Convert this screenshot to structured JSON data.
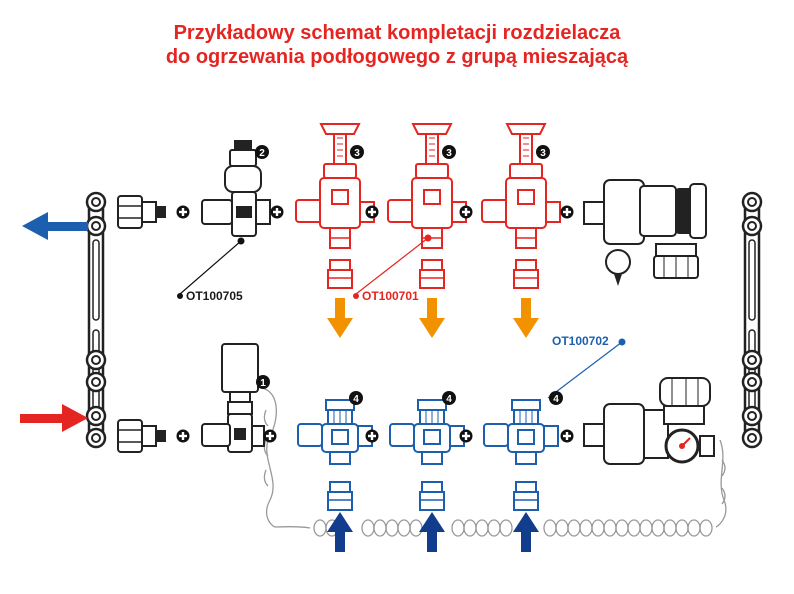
{
  "title": {
    "line1": "Przykładowy schemat kompletacji rozdzielacza",
    "line2": "do ogrzewania podłogowego z grupą mieszającą"
  },
  "codes": {
    "black": "OT100705",
    "red": "OT100701",
    "blue": "OT100702"
  },
  "numbers": {
    "sensor": "1",
    "valve": "2",
    "red_valve": "3",
    "blue_valve": "4"
  },
  "colors": {
    "title": "#e52521",
    "red": "#e52521",
    "blue": "#1c5fae",
    "orange": "#f39200",
    "dark_blue": "#123c8c",
    "black": "#1a1a1a"
  },
  "icons": {
    "plus": "plus-icon",
    "arrow": "arrow-icon"
  }
}
